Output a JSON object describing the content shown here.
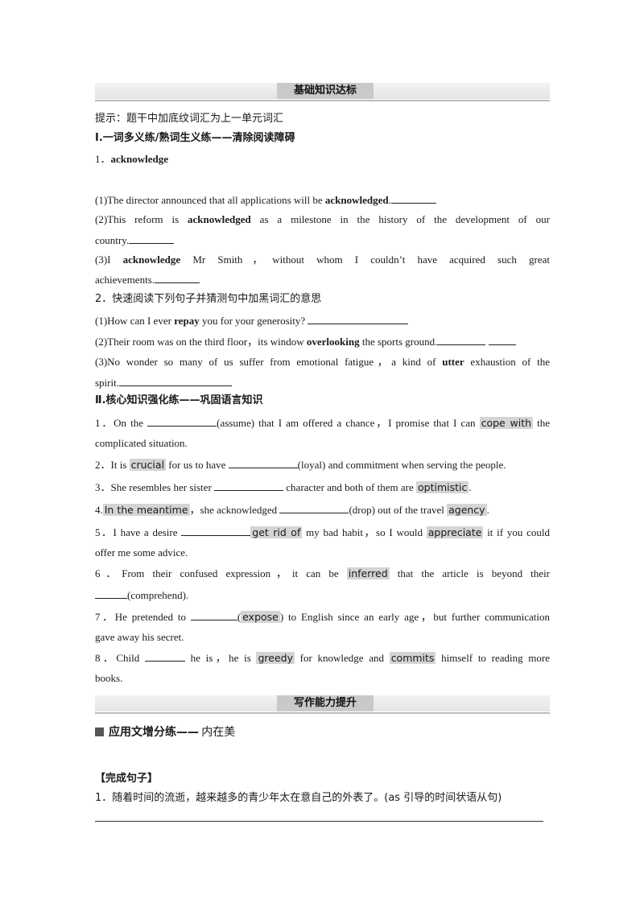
{
  "section1": {
    "title": "基础知识达标"
  },
  "hint": "提示：题干中加底纹词汇为上一单元词汇",
  "part1": {
    "heading": "Ⅰ.一词多义练/熟词生义练——清除阅读障碍",
    "q1": {
      "num": "1．",
      "word": "acknowledge",
      "s1": {
        "pre": "(1)The director announced that all applications will be",
        "bold": "acknowledged",
        "post": "."
      },
      "s2": {
        "pre": "(2)This reform is",
        "bold": "acknowledged",
        "post": "as a milestone in the history of the development of our",
        "cont": "country."
      },
      "s3": {
        "pre": "(3)I",
        "bold": "acknowledge",
        "post": "Mr Smith，without whom I couldn’t have acquired such great",
        "cont": "achievements."
      }
    },
    "q2": {
      "title": "2．快速阅读下列句子并猜测句中加黑词汇的意思",
      "s1": {
        "pre": "(1)How can I ever",
        "bold": "repay",
        "post": "you for your generosity?"
      },
      "s2": {
        "pre": "(2)Their room was on the third floor，its window",
        "bold": "overlooking",
        "post": "the sports ground."
      },
      "s3": {
        "pre": "(3)No wonder so many of us suffer from emotional fatigue，a kind of",
        "bold": "utter",
        "post": "exhaustion of the",
        "cont": "spirit."
      }
    }
  },
  "part2": {
    "heading": "Ⅱ.核心知识强化练——巩固语言知识",
    "items": {
      "i1": {
        "a": "1．On the",
        "b": "(assume) that I am offered a chance，I promise that I can",
        "hl": "cope with",
        "c": "the",
        "cont": "complicated situation."
      },
      "i2": {
        "a": "2．It is",
        "hl": "crucial",
        "b": "for us to have",
        "c": "(loyal) and commitment when serving the people."
      },
      "i3": {
        "a": "3．She resembles her sister",
        "b": "character and both of them are",
        "hl": "optimistic",
        "c": "."
      },
      "i4": {
        "a": "4.",
        "hl1": "In the meantime",
        "b": "，she acknowledged",
        "c": "(drop) out of the travel",
        "hl2": "agency",
        "d": "."
      },
      "i5": {
        "a": "5．I have a desire",
        "hl1": "get rid of",
        "b": "my bad habit，so I would",
        "hl2": "appreciate",
        "c": "it if you could",
        "cont": "offer me some advice."
      },
      "i6": {
        "a": "6．From their confused expression，it can be",
        "hl": "inferred",
        "b": "that the article is beyond their",
        "cont": "(comprehend)."
      },
      "i7": {
        "a": "7．He pretended to",
        "b": "(",
        "hl": "expose",
        "c": ") to English since an early age，but further communication",
        "cont": "gave away his secret."
      },
      "i8": {
        "a": "8．Child",
        "b": "he is，he is",
        "hl1": "greedy",
        "c": "for knowledge and",
        "hl2": "commits",
        "d": "himself to reading more",
        "cont": "books."
      }
    }
  },
  "section2": {
    "title": "写作能力提升"
  },
  "writing": {
    "sub": "应用文增分练——",
    "sub_tail": "内在美",
    "tag": "【完成句子】",
    "q1": "1．随着时间的流逝，越来越多的青少年太在意自己的外表了。(as 引导的时间状语从句)"
  }
}
